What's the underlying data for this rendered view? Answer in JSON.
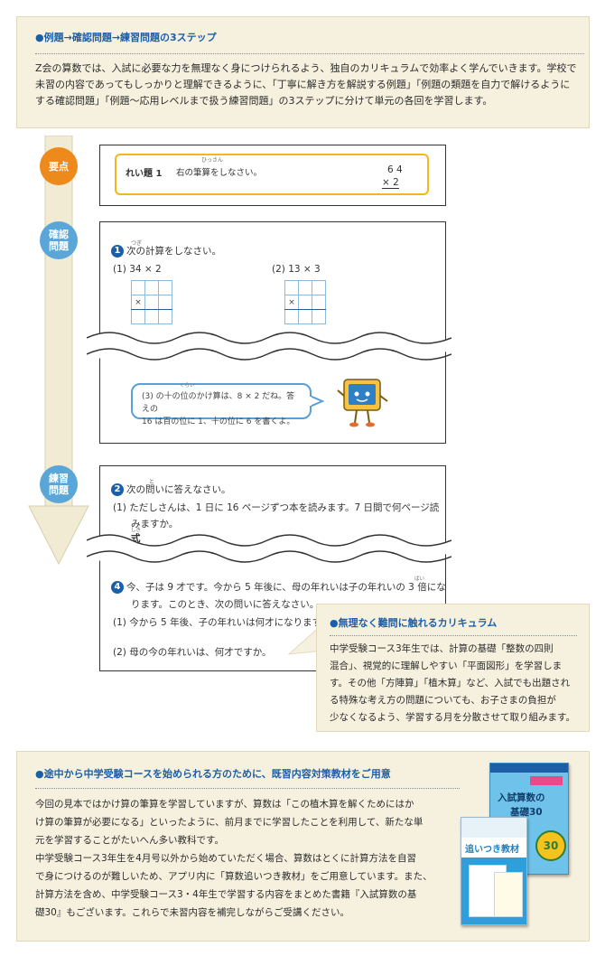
{
  "section1": {
    "title": "●例題→確認問題→練習問題の3ステップ",
    "lines": [
      "Z会の算数では、入試に必要な力を無理なく身につけられるよう、独自のカリキュラムで効率よく学んでいきます。学校で",
      "未習の内容であってもしっかりと理解できるように、「丁寧に解き方を解説する例題」「例題の類題を自力で解けるように",
      "する確認問題」「例題〜応用レベルまで扱う練習問題」の3ステップに分けて単元の各回を学習します。"
    ]
  },
  "steps": {
    "yoten": "要点",
    "kakunin": [
      "確認",
      "問題"
    ],
    "renshu": [
      "練習",
      "問題"
    ]
  },
  "example": {
    "label": "れい題 1",
    "instruction": "右の筆算をしなさい。",
    "ruby": "ひっさん",
    "top": "6 4",
    "bottom": "×  2"
  },
  "confirm": {
    "num": "1",
    "ruby": "つぎ",
    "instruction": "次の計算をしなさい。",
    "q1": "(1) 34 × 2",
    "q2": "(2) 13 × 3",
    "cross": "×",
    "hint_lines": [
      "(3) の十の位のかけ算は、8 × 2 だね。答えの",
      "16 は百の位に 1、十の位に 6 を書くよ。"
    ],
    "hint_ruby": "くらい"
  },
  "practice": {
    "num2": "2",
    "ruby2": "と",
    "instruction2": "次の問いに答えなさい。",
    "p1_line1": "(1) ただしさんは、1 日に 16 ページずつ本を読みます。7 日間で何ページ読",
    "p1_line2": "みますか。",
    "shiki": "式",
    "shiki_ruby": "しき",
    "num4": "4",
    "q4_line1": "今、子は 9 才です。今から 5 年後に、母の年れいは子の年れいの 3 倍にな",
    "q4_ruby": "ばい",
    "q4_line2": "ります。このとき、次の問いに答えなさい。",
    "q4_a": "(1) 今から 5 年後、子の年れいは何才になりますか。",
    "q4_b": "(2) 母の今の年れいは、何才ですか。"
  },
  "callout": {
    "title": "●無理なく難問に触れるカリキュラム",
    "lines": [
      "中学受験コース3年生では、計算の基礎「整数の四則",
      "混合」、視覚的に理解しやすい「平面図形」を学習しま",
      "す。その他「方陣算」「植木算」など、入試でも出題され",
      "る特殊な考え方の問題についても、お子さまの負担が",
      "少なくなるよう、学習する月を分散させて取り組みます。"
    ]
  },
  "section3": {
    "title": "●途中から中学受験コースを始められる方のために、既習内容対策教材をご用意",
    "lines": [
      "今回の見本ではかけ算の筆算を学習していますが、算数は「この植木算を解くためにはか",
      "け算の筆算が必要になる」といったように、前月までに学習したことを利用して、新たな単",
      "元を学習することがたいへん多い教科です。",
      "中学受験コース3年生を4月号以外から始めていただく場合、算数はとくに計算方法を自習",
      "で身につけるのが難しいため、アプリ内に「算数追いつき教材」をご用意しています。また、",
      "計算方法を含め、中学受験コース3・4年生で学習する内容をまとめた書籍『入試算数の基",
      "礎30』もございます。これらで未習内容を補完しながらご受講ください。"
    ]
  },
  "books": {
    "book1_line1": "入試算数の",
    "book1_line2": "基礎30",
    "book1_badge": "30",
    "book2_title": "追いつき教材"
  },
  "colors": {
    "accent_blue": "#1d5fa6",
    "panel_bg": "#f6f1df",
    "yoten_orange": "#ee8a1c",
    "step_blue": "#5aa6d8",
    "example_border": "#f2b61e"
  }
}
